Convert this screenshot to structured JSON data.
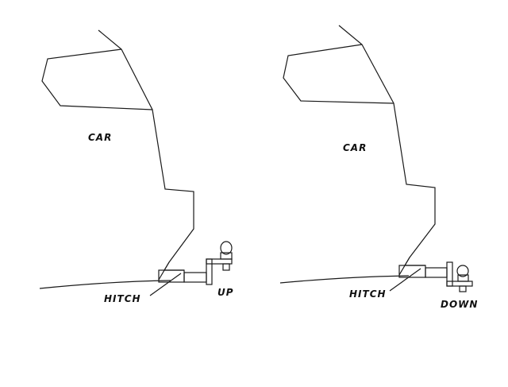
{
  "panels": [
    {
      "car_label": "CAR",
      "hitch_label": "HITCH",
      "state_label": "UP"
    },
    {
      "car_label": "CAR",
      "hitch_label": "HITCH",
      "state_label": "DOWN"
    }
  ],
  "colors": {
    "line": "#1a1a1a",
    "background": "#ffffff"
  }
}
